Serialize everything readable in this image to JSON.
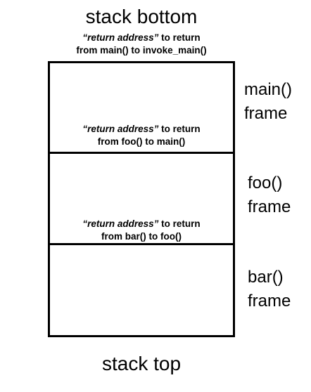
{
  "diagram": {
    "title_bottom": "stack bottom",
    "title_top": "stack top",
    "return_addresses": [
      {
        "label": "“return address”",
        "line1_rest": " to return",
        "line2": "from main() to invoke_main()"
      },
      {
        "label": "“return address”",
        "line1_rest": " to return",
        "line2": "from foo() to main()"
      },
      {
        "label": "“return address”",
        "line1_rest": " to return",
        "line2": "from bar() to foo()"
      }
    ],
    "frames": [
      {
        "name": "main()",
        "word": "frame"
      },
      {
        "name": "foo()",
        "word": "frame"
      },
      {
        "name": "bar()",
        "word": "frame"
      }
    ],
    "colors": {
      "background": "#ffffff",
      "stroke": "#000000"
    }
  }
}
